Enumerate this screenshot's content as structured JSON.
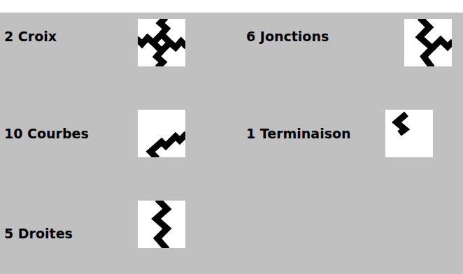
{
  "diagram": {
    "labels": [
      "2 Croix",
      "6 Jonctions",
      "10 Courbes",
      "1 Terminaison",
      "5 Droites"
    ]
  }
}
